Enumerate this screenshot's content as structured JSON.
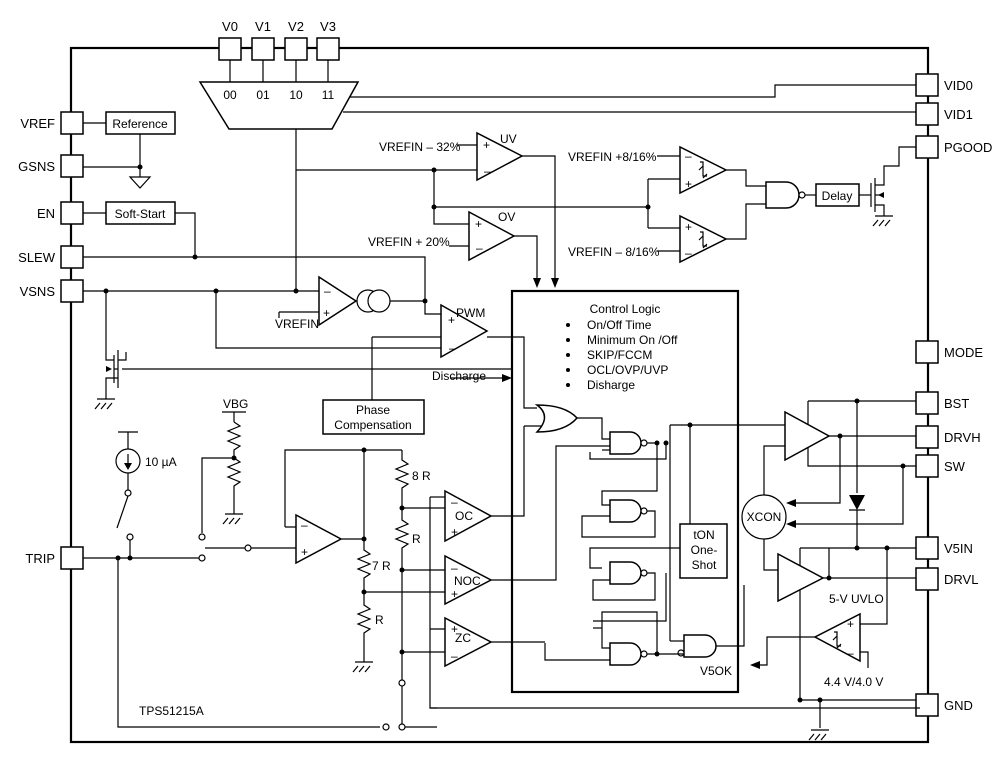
{
  "part_number": "TPS51215A",
  "pins_top": [
    "V0",
    "V1",
    "V2",
    "V3"
  ],
  "mux_codes": [
    "00",
    "01",
    "10",
    "11"
  ],
  "pins_left": [
    "VREF",
    "GSNS",
    "EN",
    "SLEW",
    "VSNS",
    "TRIP"
  ],
  "pins_right": [
    "VID0",
    "VID1",
    "PGOOD",
    "MODE",
    "BST",
    "DRVH",
    "SW",
    "V5IN",
    "DRVL",
    "GND"
  ],
  "blocks": {
    "reference": "Reference",
    "soft_start": "Soft-Start",
    "delay": "Delay",
    "phase_comp_line1": "Phase",
    "phase_comp_line2": "Compensation",
    "ton_line1": "tON",
    "ton_line2": "One-",
    "ton_line3": "Shot",
    "xcon": "XCON"
  },
  "comparators": {
    "uv": "UV",
    "ov": "OV",
    "pwm": "PWM",
    "oc": "OC",
    "noc": "NOC",
    "zc": "ZC"
  },
  "thresholds": {
    "uv": "VREFIN – 32%",
    "ov": "VREFIN + 20%",
    "pg_high": "VREFIN +8/16%",
    "pg_low": "VREFIN – 8/16%",
    "vrefin": "VREFIN"
  },
  "control_logic": {
    "title": "Control Logic",
    "items": [
      "On/Off Time",
      "Minimum On /Off",
      "SKIP/FCCM",
      "OCL/OVP/UVP",
      "Disharge"
    ]
  },
  "labels": {
    "discharge": "Discharge",
    "vbg": "VBG",
    "current_source": "10 µA",
    "r8": "8 R",
    "r_top": "R",
    "r7": "7 R",
    "r_bot": "R",
    "v5ok": "V5OK",
    "uvlo": "5-V UVLO",
    "uvlo_thresh": "4.4 V/4.0 V",
    "plus": "+",
    "minus": "–"
  }
}
